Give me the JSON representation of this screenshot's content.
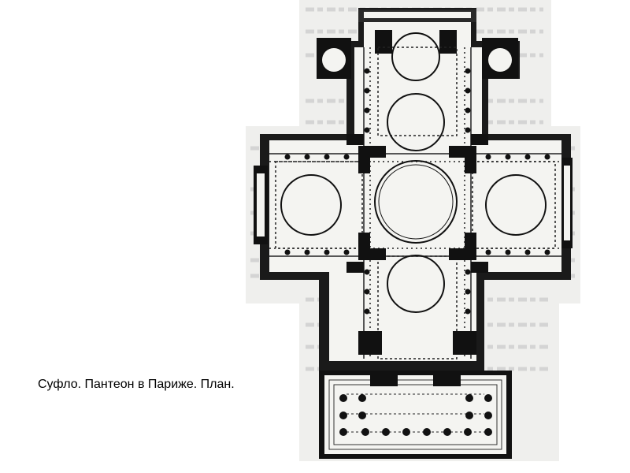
{
  "slide": {
    "caption": "Суфло. Пантеон в Париже. План.",
    "colors": {
      "background": "#ffffff",
      "ink": "#000000",
      "paper": "#ececea",
      "faded_text": "#cfcfcf"
    },
    "figure": {
      "icon": "floor-plan-image",
      "subject": "church-floor-plan"
    }
  }
}
